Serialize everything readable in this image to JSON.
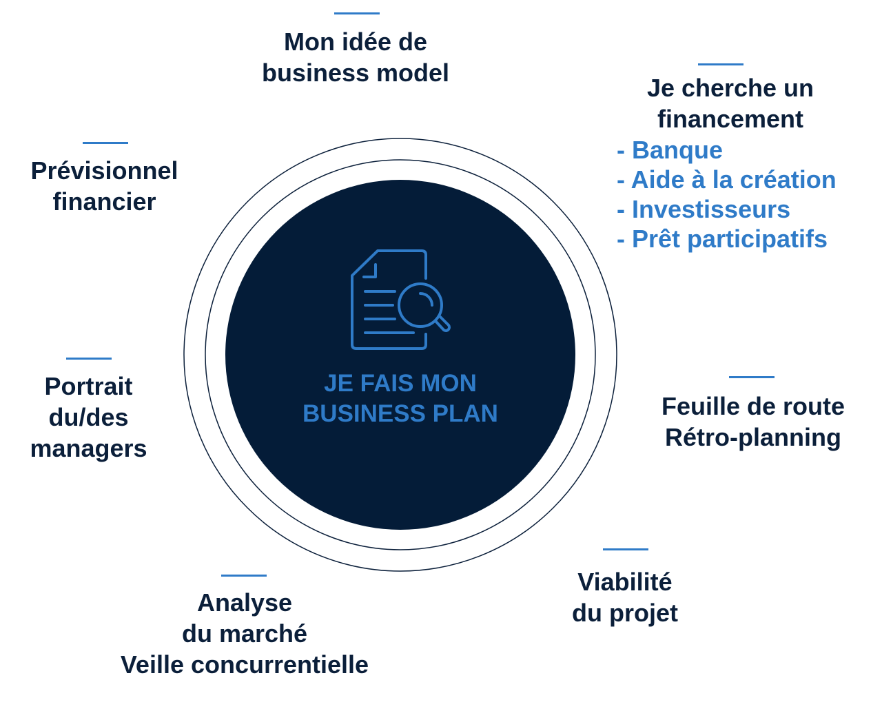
{
  "center": {
    "line1": "JE FAIS MON",
    "line2": "BUSINESS PLAN",
    "icon": "document-search-icon"
  },
  "items": {
    "idee": [
      "Mon idée de",
      "business model"
    ],
    "financement": {
      "title": [
        "Je cherche un",
        "financement"
      ],
      "options": [
        "- Banque",
        "- Aide à la création",
        "- Investisseurs",
        "- Prêt participatifs"
      ]
    },
    "previsionnel": [
      "Prévisionnel",
      "financier"
    ],
    "portrait": [
      "Portrait",
      "du/des",
      "managers"
    ],
    "feuille": [
      "Feuille de route",
      "Rétro-planning"
    ],
    "viabilite": [
      "Viabilité",
      "du projet"
    ],
    "analyse": [
      "Analyse",
      "du marché",
      "Veille concurrentielle"
    ]
  },
  "colors": {
    "navy": "#041c38",
    "accent": "#2f7bc8",
    "text": "#0b1f3a"
  }
}
